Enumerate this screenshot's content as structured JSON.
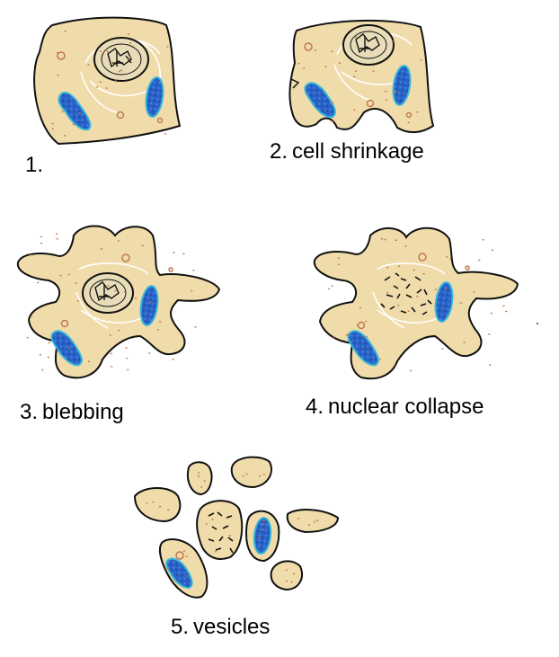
{
  "colors": {
    "cytoplasm": "#f0dcaa",
    "outline": "#111111",
    "speck": "#c07850",
    "mitochondrion": "#2a62c8",
    "mitochondrion_edge": "#32b8d8",
    "reticulum": "#ffffff",
    "nucleus_fill": "#e8ddb8"
  },
  "stages": [
    {
      "number": "1.",
      "caption": ""
    },
    {
      "number": "2.",
      "caption": "cell shrinkage"
    },
    {
      "number": "3.",
      "caption": "blebbing"
    },
    {
      "number": "4.",
      "caption": "nuclear collapse"
    },
    {
      "number": "5.",
      "caption": "vesicles"
    }
  ]
}
